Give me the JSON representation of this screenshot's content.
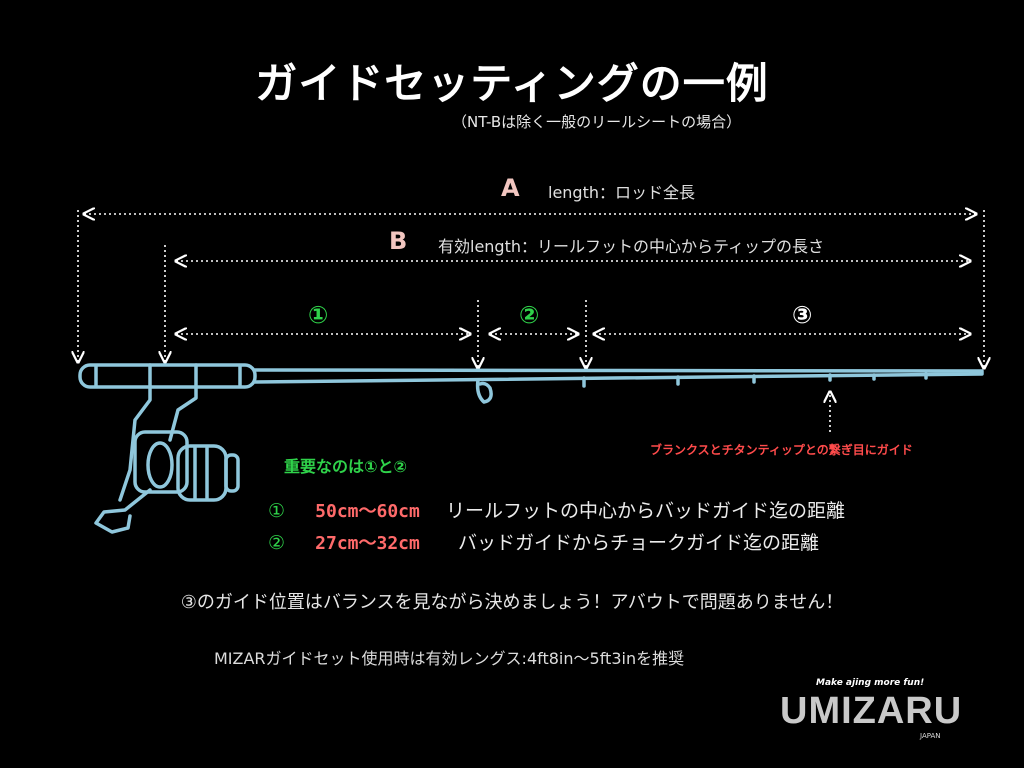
{
  "title": "ガイドセッティングの一例",
  "subtitle": "（NT-Bは除く一般のリールシートの場合）",
  "dimension_a": {
    "letter": "A",
    "desc": "length：ロッド全長"
  },
  "dimension_b": {
    "letter": "B",
    "desc": "有効length：リールフットの中心からティップの長さ"
  },
  "segments": [
    "①",
    "②",
    "③"
  ],
  "joint_note": "ブランクスとチタンティップとの繋ぎ目にガイド",
  "key_title": "重要なのは①と②",
  "rows": [
    {
      "num": "①",
      "distance": "50cm〜60cm",
      "desc": "リールフットの中心からバッドガイド迄の距離"
    },
    {
      "num": "②",
      "distance": "27cm〜32cm",
      "desc": "バッドガイドからチョークガイド迄の距離"
    }
  ],
  "guide_note": "③のガイド位置はバランスを見ながら決めましょう！アバウトで問題ありません！",
  "mizar_note": "MIZARガイドセット使用時は有効レングス:4ft8in〜5ft3inを推奨",
  "logo": {
    "tagline": "Make ajing more fun!",
    "word": "UMIZARU",
    "sub": "JAPAN"
  },
  "colors": {
    "rod": "#8fc7dc",
    "accent_green": "#2fd24a",
    "accent_red": "#ff4b4b",
    "letter": "#f2c6c0"
  }
}
